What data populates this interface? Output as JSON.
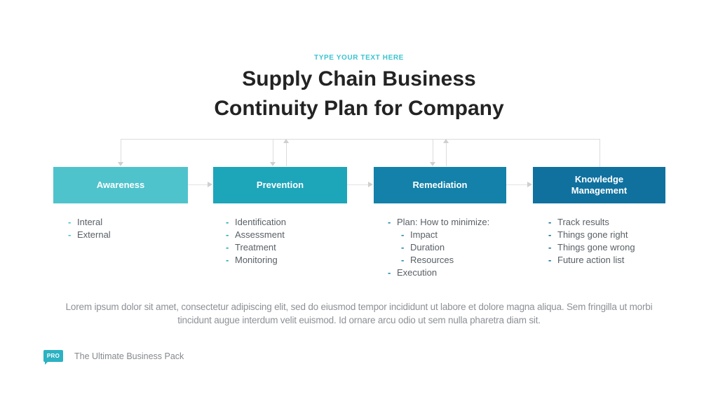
{
  "slide": {
    "kicker": "TYPE YOUR TEXT HERE",
    "title": {
      "line1": "Supply Chain Business",
      "line2": "Continuity Plan for Company"
    },
    "paragraph": "Lorem ipsum dolor sit amet, consectetur adipiscing elit, sed do eiusmod tempor incididunt ut labore et dolore magna aliqua. Sem fringilla ut morbi tincidunt augue interdum velit euismod. Id ornare arcu odio ut sem nulla pharetra diam sit.",
    "footer": {
      "badge_label": "PRO",
      "brand_text": "The Ultimate Business Pack"
    }
  },
  "colors": {
    "kicker_teal": "#3bc4cf",
    "title_dark": "#232323",
    "box_awareness": "#4fc3cc",
    "box_prevention": "#1da5ba",
    "box_remediation": "#1381a9",
    "box_knowledge": "#10719f",
    "connector_gray": "#dcdcdc",
    "list_text_gray": "#596066",
    "paragraph_gray": "#8d9196",
    "badge_teal": "#2cb2c2"
  },
  "diagram": {
    "columns": [
      {
        "label": "Awareness",
        "color": "#4fc3cc",
        "items": [
          {
            "text": "Interal",
            "level": 0
          },
          {
            "text": "External",
            "level": 0
          }
        ]
      },
      {
        "label": "Prevention",
        "color": "#1da5ba",
        "items": [
          {
            "text": "Identification",
            "level": 0
          },
          {
            "text": "Assessment",
            "level": 0
          },
          {
            "text": "Treatment",
            "level": 0
          },
          {
            "text": "Monitoring",
            "level": 0
          }
        ]
      },
      {
        "label": "Remediation",
        "color": "#1381a9",
        "items": [
          {
            "text": "Plan: How to minimize:",
            "level": 0
          },
          {
            "text": "Impact",
            "level": 1
          },
          {
            "text": "Duration",
            "level": 1
          },
          {
            "text": "Resources",
            "level": 1
          },
          {
            "text": "Execution",
            "level": 0
          }
        ]
      },
      {
        "label": "Knowledge Management",
        "color": "#10719f",
        "items": [
          {
            "text": "Track results",
            "level": 0
          },
          {
            "text": "Things gone right",
            "level": 0
          },
          {
            "text": "Things gone wrong",
            "level": 0
          },
          {
            "text": "Future action list",
            "level": 0
          }
        ]
      }
    ],
    "forward_flow": [
      "Awareness>Prevention",
      "Prevention>Remediation",
      "Remediation>Knowledge Management"
    ],
    "feedback_flow": [
      "Knowledge Management>Awareness",
      "Knowledge Management>Prevention",
      "Knowledge Management>Remediation",
      "Prevention>top-line",
      "Remediation>top-line"
    ]
  }
}
